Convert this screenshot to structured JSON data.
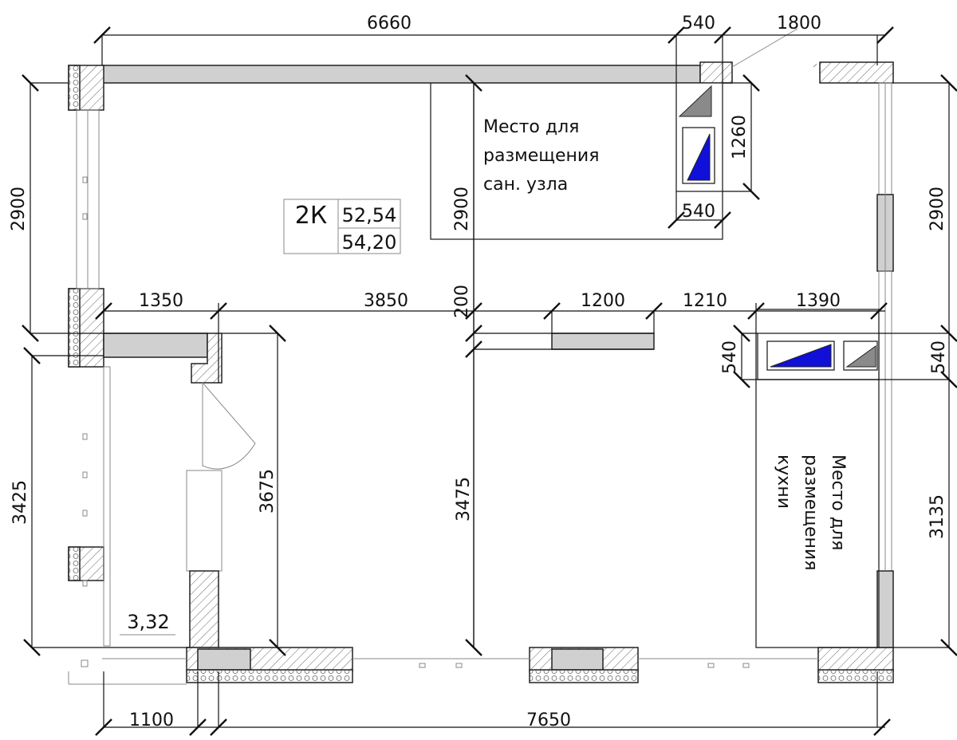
{
  "apartment": {
    "type_label": "2К",
    "area_living": "52,54",
    "area_total": "54,20"
  },
  "rooms": {
    "sanitary_label": [
      "Место для",
      "размещения",
      "сан. узла"
    ],
    "kitchen_label": [
      "Место для",
      "размещения",
      "кухни"
    ],
    "balcony_area": "3,32"
  },
  "dimensions": {
    "top_left": "6660",
    "top_mid": "540",
    "top_right": "1800",
    "left_upper": "2900",
    "left_lower": "3425",
    "right_upper": "2900",
    "right_lower": "3135",
    "inner_2900": "2900",
    "bath_1260": "1260",
    "bath_540": "540",
    "mid_1350": "1350",
    "mid_3850": "3850",
    "mid_200": "200",
    "mid_1200": "1200",
    "mid_1210": "1210",
    "mid_1390": "1390",
    "kitchen_540_left": "540",
    "kitchen_540_right": "540",
    "inner_3675": "3675",
    "inner_3475": "3475",
    "bottom_1100": "1100",
    "bottom_7650": "7650"
  }
}
